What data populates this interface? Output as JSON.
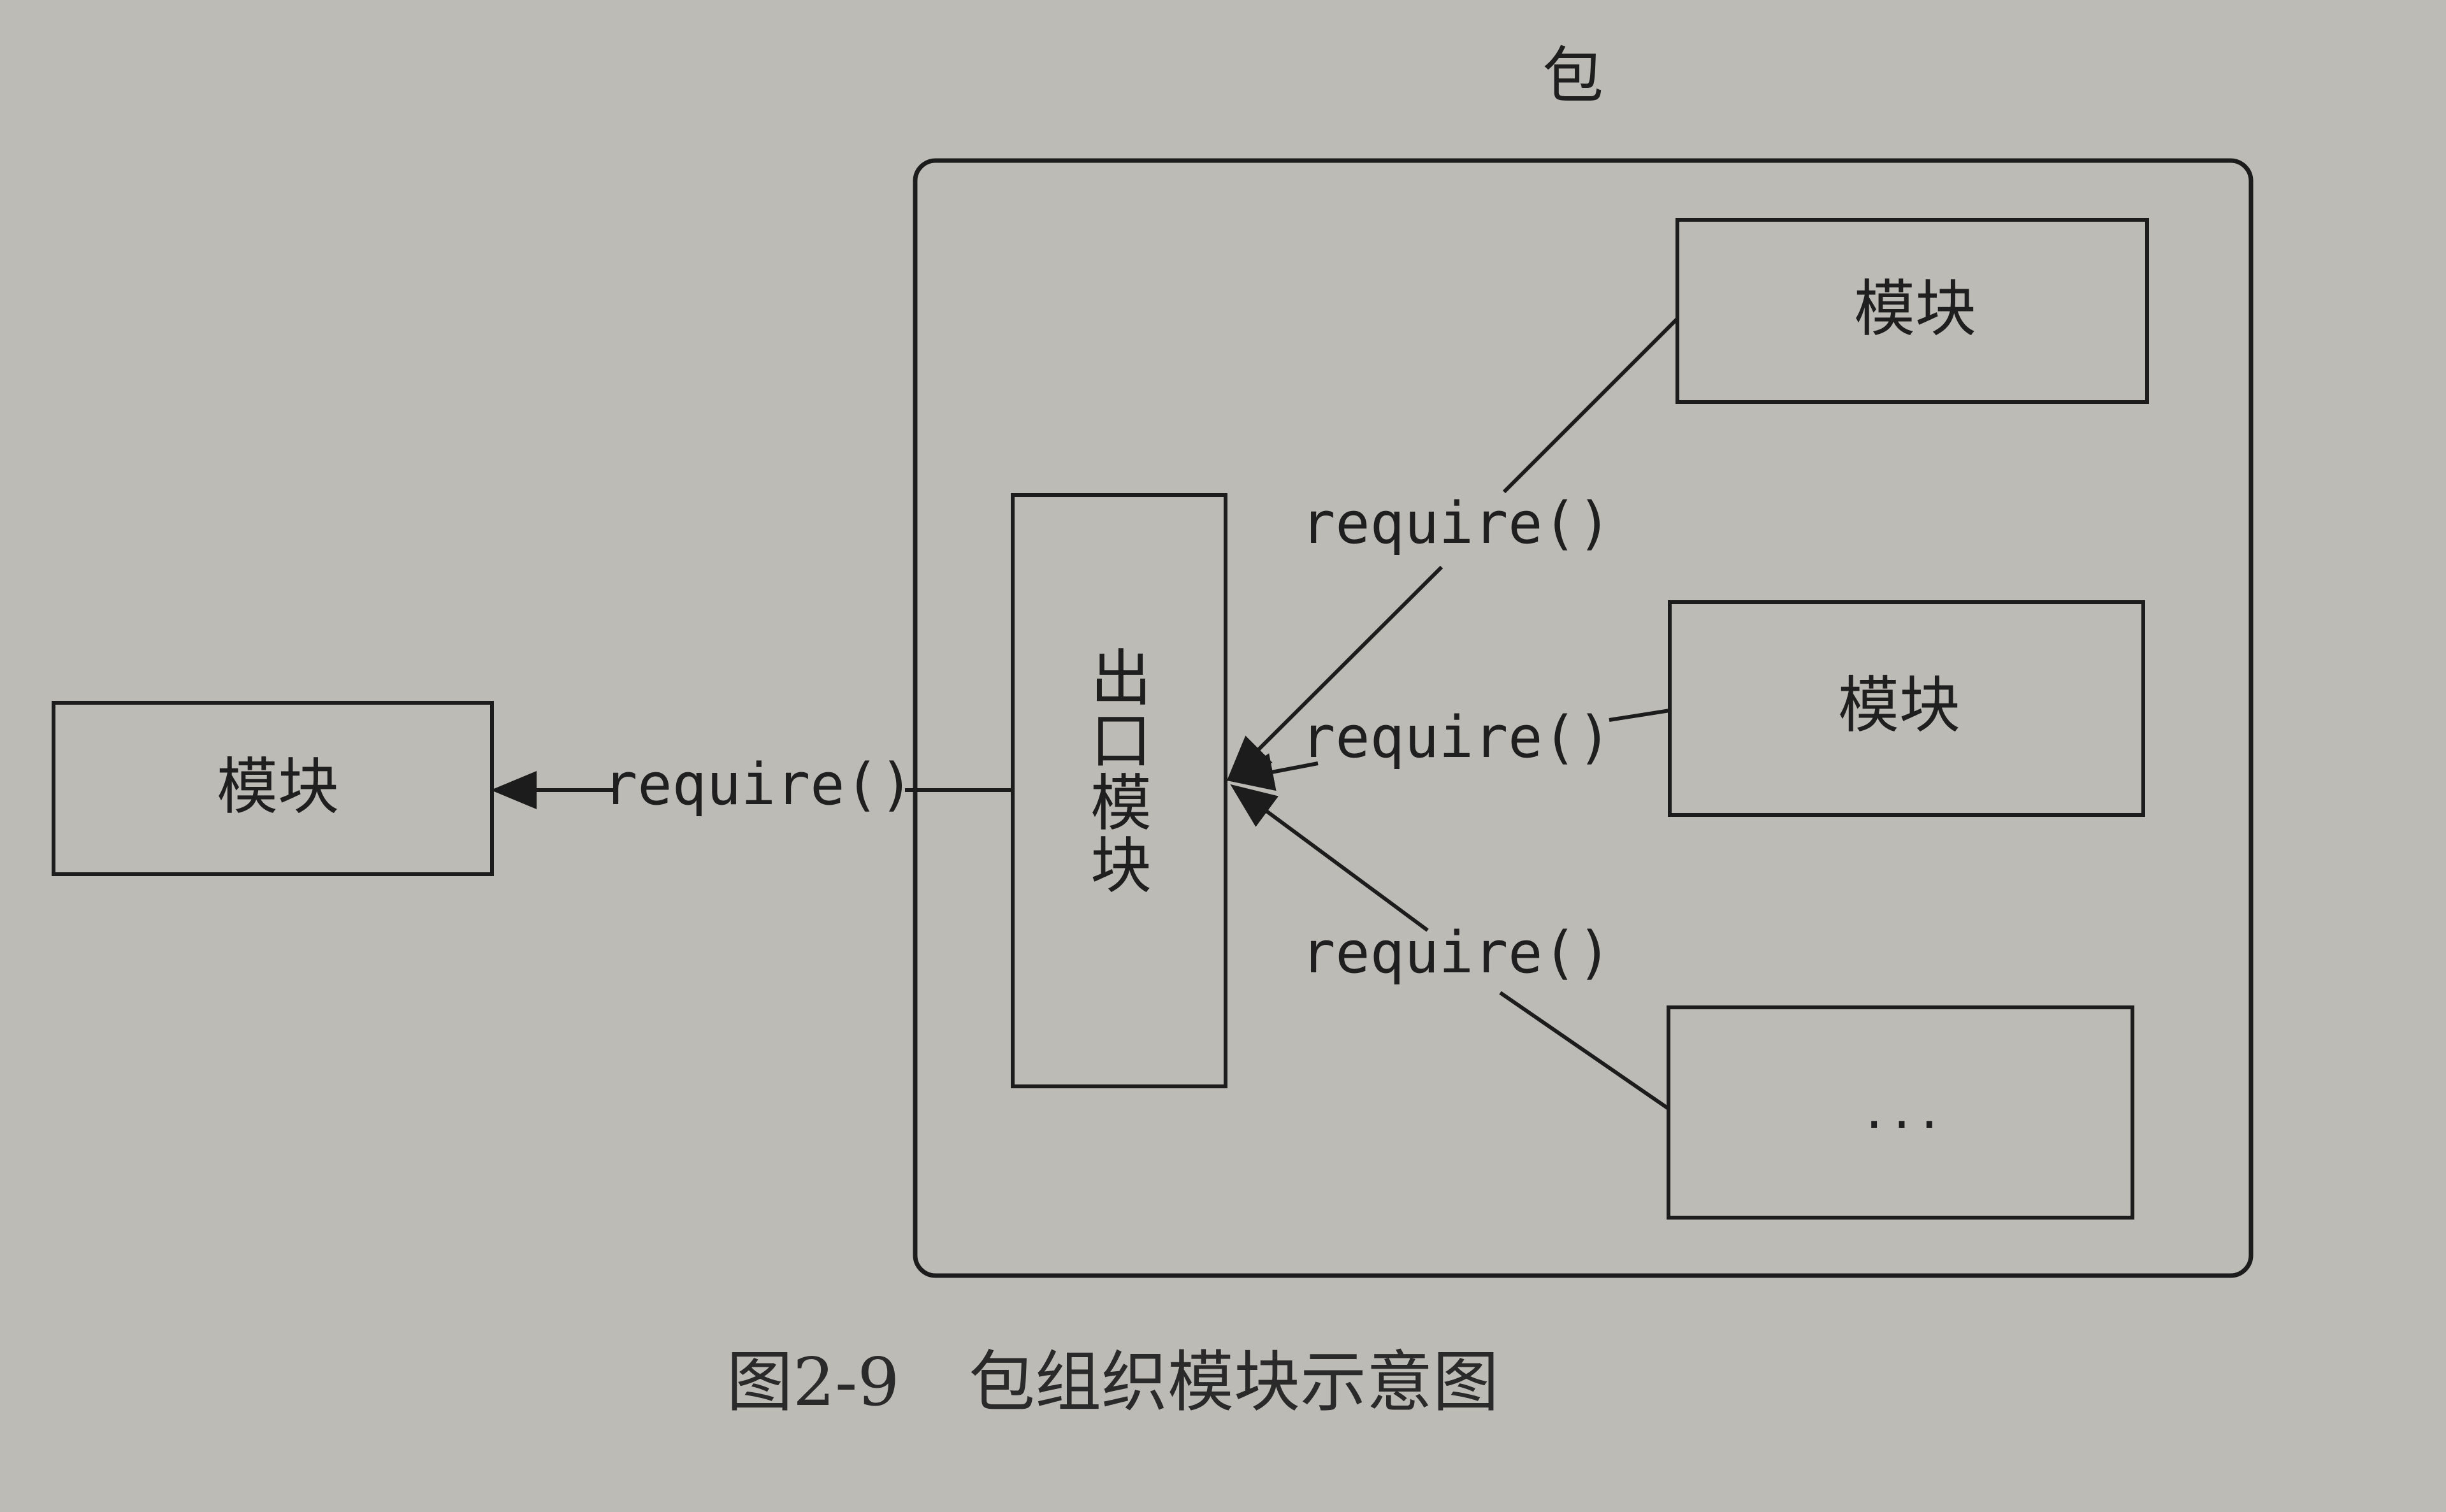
{
  "package": {
    "label": "包"
  },
  "external_module": {
    "label": "模块"
  },
  "export_module": {
    "label_chars": [
      "出",
      "口",
      "模",
      "块"
    ]
  },
  "inner_modules": [
    {
      "label": "模块"
    },
    {
      "label": "模块"
    },
    {
      "label": "..."
    }
  ],
  "edges": {
    "export_to_external": "require()",
    "top_to_export": "require()",
    "middle_to_export": "require()",
    "bottom_to_export": "require()"
  },
  "caption": {
    "figure_number": "图2-9",
    "title": "包组织模块示意图"
  },
  "colors": {
    "paper": "#bdbbb6",
    "ink": "#1c1c1c"
  }
}
